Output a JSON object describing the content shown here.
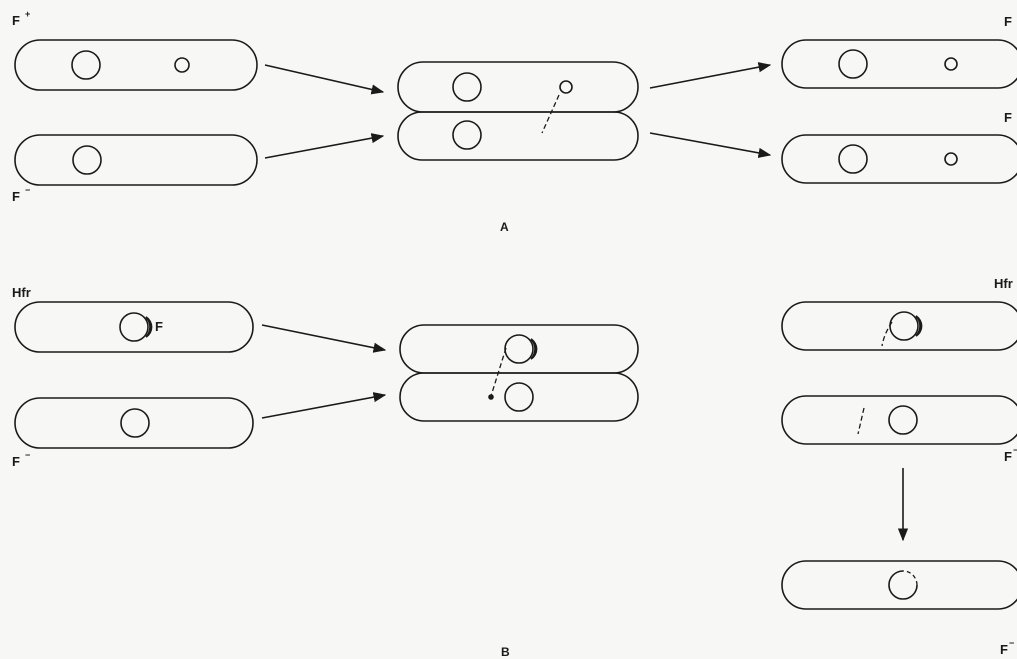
{
  "panel_a": {
    "label": "A",
    "donor": {
      "label": "F",
      "sign": "+"
    },
    "recipient": {
      "label": "F",
      "sign": "−"
    },
    "products": [
      {
        "label": "F"
      },
      {
        "label": "F"
      }
    ]
  },
  "panel_b": {
    "label": "B",
    "donor": {
      "label": "Hfr",
      "factor_label": "F"
    },
    "recipient": {
      "label": "F",
      "sign": "−"
    },
    "products": [
      {
        "label": "Hfr"
      },
      {
        "label": "F",
        "sign": "−"
      },
      {
        "label": "F",
        "sign": "−"
      }
    ]
  }
}
